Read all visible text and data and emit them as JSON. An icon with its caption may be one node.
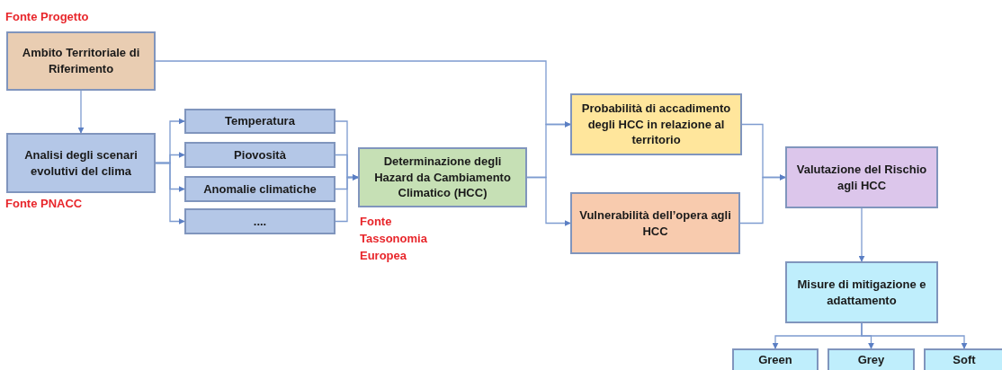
{
  "diagram": {
    "nodes": [
      {
        "text": [
          "Ambito Territoriale di Riferimento"
        ],
        "beside": [
          "Fonte Progetto"
        ]
      },
      {
        "text": [
          "Analisi degli scenari evolutivi del clima"
        ],
        "beside": [
          "Fonte PNACC"
        ]
      },
      {
        "text": [
          "Temperatura"
        ]
      },
      {
        "text": [
          "Piovosità"
        ]
      },
      {
        "text": [
          "Anomalie climatiche"
        ]
      },
      {
        "text": [
          "...."
        ]
      },
      {
        "text": [
          "Determinazione degli Hazard da Cambiamento Climatico (HCC)"
        ],
        "beside": [
          "Fonte Tassonomia Europea"
        ]
      },
      {
        "text": [
          "Probabilità di accadimento degli HCC in relazione al territorio"
        ]
      },
      {
        "text": [
          "Vulnerabilità dell’opera agli HCC"
        ]
      },
      {
        "text": [
          "Valutazione del Rischio agli HCC"
        ]
      },
      {
        "text": [
          "Misure di mitigazione e adattamento"
        ]
      },
      {
        "text": [
          "Green"
        ]
      },
      {
        "text": [
          "Grey"
        ]
      },
      {
        "text": [
          "Soft"
        ]
      }
    ],
    "edges": [
      {
        "from": 0,
        "to": 1,
        "arrow": "to"
      },
      {
        "from": 0,
        "to": 7,
        "arrow": "to"
      },
      {
        "from": 1,
        "to": 2,
        "arrow": "to"
      },
      {
        "from": 1,
        "to": 3,
        "arrow": "to"
      },
      {
        "from": 1,
        "to": 4,
        "arrow": "to"
      },
      {
        "from": 1,
        "to": 5,
        "arrow": "to"
      },
      {
        "from": 2,
        "to": 6,
        "arrow": "to"
      },
      {
        "from": 3,
        "to": 6,
        "arrow": "to"
      },
      {
        "from": 4,
        "to": 6,
        "arrow": "to"
      },
      {
        "from": 5,
        "to": 6,
        "arrow": "to"
      },
      {
        "from": 6,
        "to": 7,
        "arrow": "to"
      },
      {
        "from": 6,
        "to": 8,
        "arrow": "to"
      },
      {
        "from": 7,
        "to": 9,
        "arrow": "to"
      },
      {
        "from": 8,
        "to": 9,
        "arrow": "to"
      },
      {
        "from": 9,
        "to": 10,
        "arrow": "to"
      },
      {
        "from": 10,
        "to": 11,
        "arrow": "to"
      },
      {
        "from": 10,
        "to": 12,
        "arrow": "to"
      },
      {
        "from": 10,
        "to": 13,
        "arrow": "to"
      }
    ]
  }
}
